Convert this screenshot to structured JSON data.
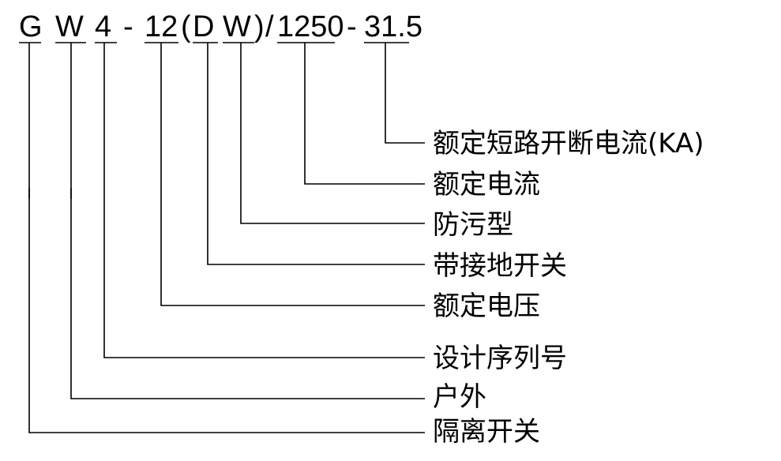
{
  "model_code": {
    "segments": [
      "G",
      "W",
      "4",
      "-",
      "12",
      "(",
      "D",
      "W",
      ")",
      "/",
      "1250",
      "-",
      "31.5"
    ]
  },
  "labels": [
    "额定短路开断电流(KA)",
    "额定电流",
    "防污型",
    "带接地开关",
    "额定电压",
    "设计序列号",
    "户外",
    "隔离开关"
  ]
}
